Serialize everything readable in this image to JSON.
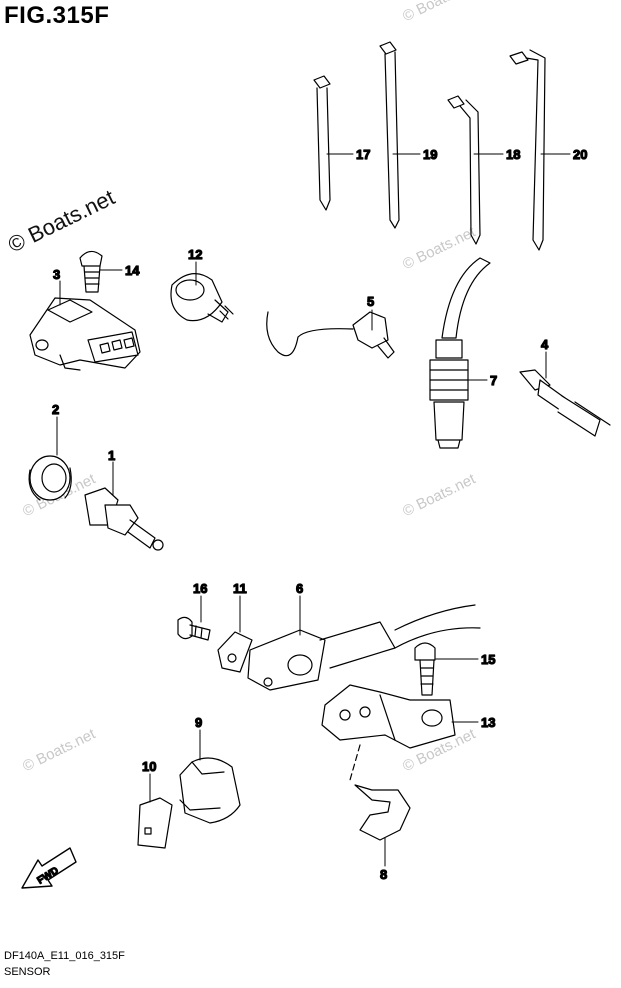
{
  "figure": {
    "title": "FIG.315F",
    "code": "DF140A_E11_016_315F",
    "subtitle": "SENSOR"
  },
  "watermark": {
    "main": "© Boats.net",
    "faint": "© Boats.net"
  },
  "fwd_label": "FWD",
  "callouts": [
    "1",
    "2",
    "3",
    "4",
    "5",
    "6",
    "7",
    "8",
    "9",
    "10",
    "11",
    "12",
    "13",
    "14",
    "15",
    "16",
    "17",
    "18",
    "19",
    "20"
  ]
}
